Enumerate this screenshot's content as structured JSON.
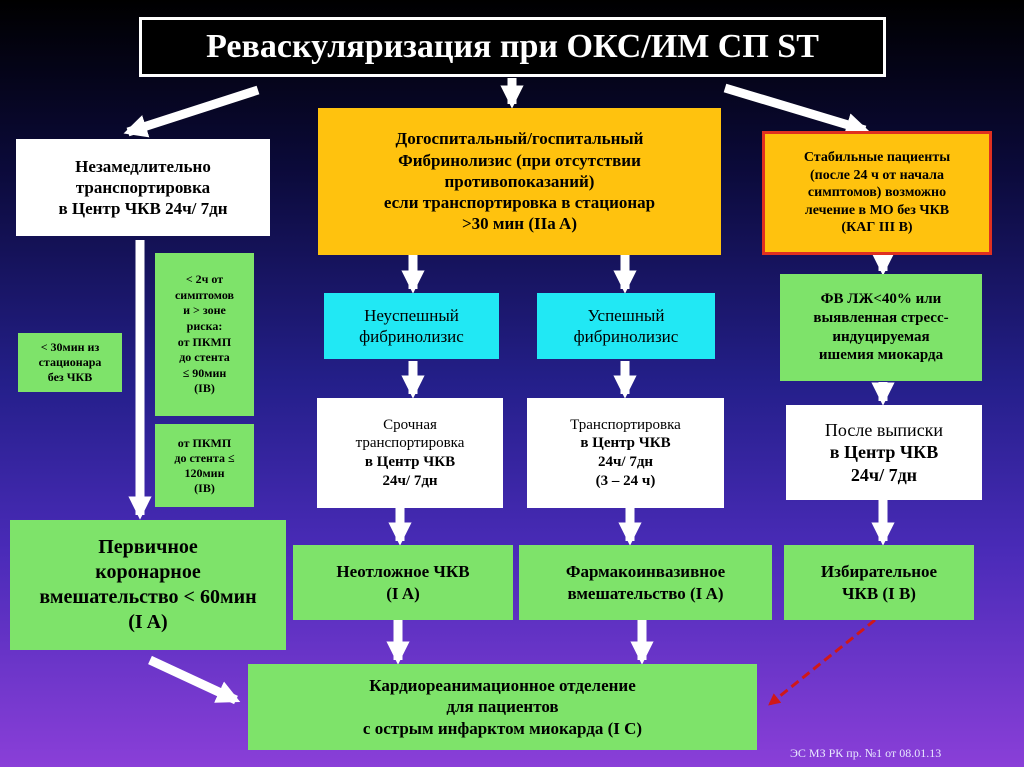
{
  "title": "Реваскуляризация при ОКС/ИМ СП ST",
  "transport_box": [
    "Незамедлительно",
    "транспортировка",
    "в Центр ЧКВ 24ч/ 7дн"
  ],
  "fibrinolysis_box": [
    "Догоспитальный/госпитальный",
    "Фибринолизис (при отсутствии",
    "противопоказаний)",
    "если  транспортировка в стационар",
    ">30 мин (IIa A)"
  ],
  "stable_box": [
    "Стабильные пациенты",
    "(после 24 ч от начала",
    "симптомов) возможно",
    "лечение в МО без ЧКВ",
    "(КАГ III B)"
  ],
  "note_30min": [
    "< 30мин из",
    "стационара",
    "без ЧКВ"
  ],
  "note_2h": [
    "< 2ч от",
    "симптомов",
    "и > зоне",
    "риска:",
    "от ПКМП",
    "до стента",
    "≤ 90мин",
    "(IB)"
  ],
  "note_120": [
    "от ПКМП",
    "до стента ≤",
    "120мин",
    "(IB)"
  ],
  "unsuccessful_box": [
    "Неуспешный",
    "фибринолизис"
  ],
  "successful_box": [
    "Успешный",
    "фибринолизис"
  ],
  "lv_box": [
    "ФВ ЛЖ<40% или",
    "выявленная стресс-",
    "индуцируемая",
    "ишемия миокарда"
  ],
  "urgent_transport_box": [
    "Срочная",
    "транспортировка",
    "в Центр ЧКВ",
    "24ч/ 7дн"
  ],
  "transport_3_24_box": [
    "Транспортировка",
    "в Центр ЧКВ",
    "24ч/ 7дн",
    "(3 – 24 ч)"
  ],
  "after_discharge_box": [
    "После выписки",
    "в Центр ЧКВ",
    "24ч/ 7дн"
  ],
  "primary_pci_box": [
    "Первичное",
    "коронарное",
    "вмешательство < 60мин",
    "(I A)"
  ],
  "emergency_pci_box": [
    "Неотложное ЧКВ",
    "(I A)"
  ],
  "pharmaco_box": [
    "Фармакоинвазивное",
    "вмешательство (I A)"
  ],
  "selective_pci_box": [
    "Избирательное",
    "ЧКВ (I B)"
  ],
  "icu_box": [
    "Кардиореанимационное отделение",
    "для пациентов",
    "с острым инфарктом миокарда (I C)"
  ],
  "footer": "ЭС МЗ РК пр. №1 от 08.01.13",
  "colors": {
    "green": "#7ee36a",
    "yellow": "#ffc20e",
    "red_border": "#e03020",
    "cyan": "#21e8f4",
    "white": "#ffffff",
    "dashed_arrow": "#d01818"
  }
}
